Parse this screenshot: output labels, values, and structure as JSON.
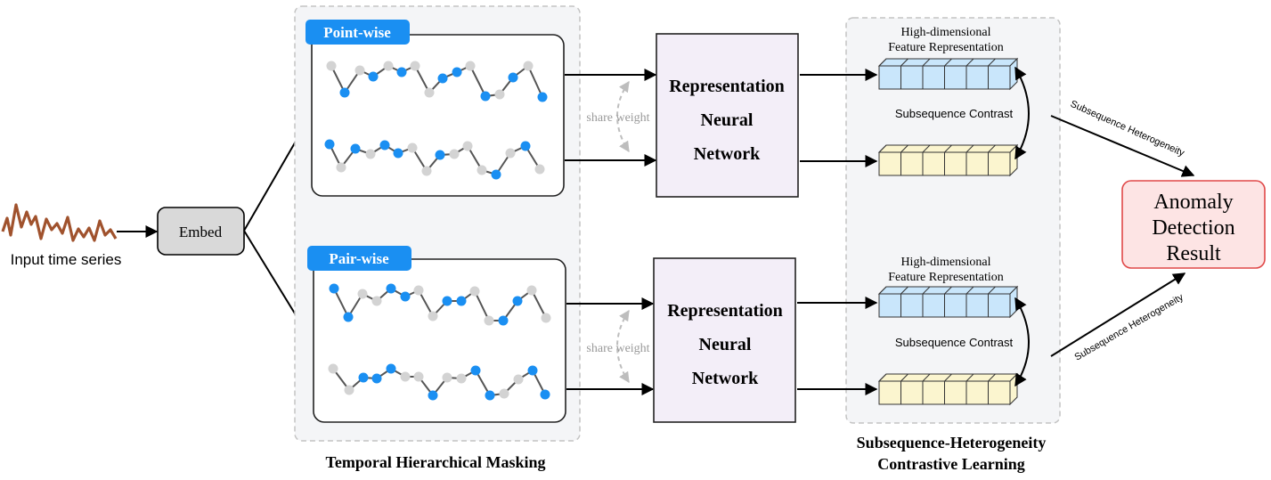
{
  "input": {
    "label": "Input time series"
  },
  "embed": {
    "label": "Embed"
  },
  "masking": {
    "caption": "Temporal Hierarchical Masking",
    "point_wise": {
      "tag": "Point-wise"
    },
    "pair_wise": {
      "tag": "Pair-wise"
    }
  },
  "network": {
    "line1": "Representation",
    "line2": "Neural",
    "line3": "Network",
    "share_weight": "share weight"
  },
  "contrastive": {
    "caption_line1": "Subsequence-Heterogeneity",
    "caption_line2": "Contrastive Learning",
    "feature_line1": "High-dimensional",
    "feature_line2": "Feature Representation",
    "subsequence_contrast": "Subsequence Contrast"
  },
  "heterogeneity_label": "Subsequence Heterogeneity",
  "result": {
    "line1": "Anomaly",
    "line2": "Detection",
    "line3": "Result"
  },
  "colors": {
    "mask_blue": "#1a8ff2",
    "unmasked_gray": "#d3d3d3",
    "tag_blue": "#1a8ff2",
    "network_fill": "#f3eef8",
    "blue_cube": "#c9e6fb",
    "yellow_cube": "#fbf5cf",
    "result_fill": "#fde4e4",
    "result_border": "#e04848",
    "series_brown": "#a0522d",
    "panel_bg": "#f4f5f7"
  }
}
